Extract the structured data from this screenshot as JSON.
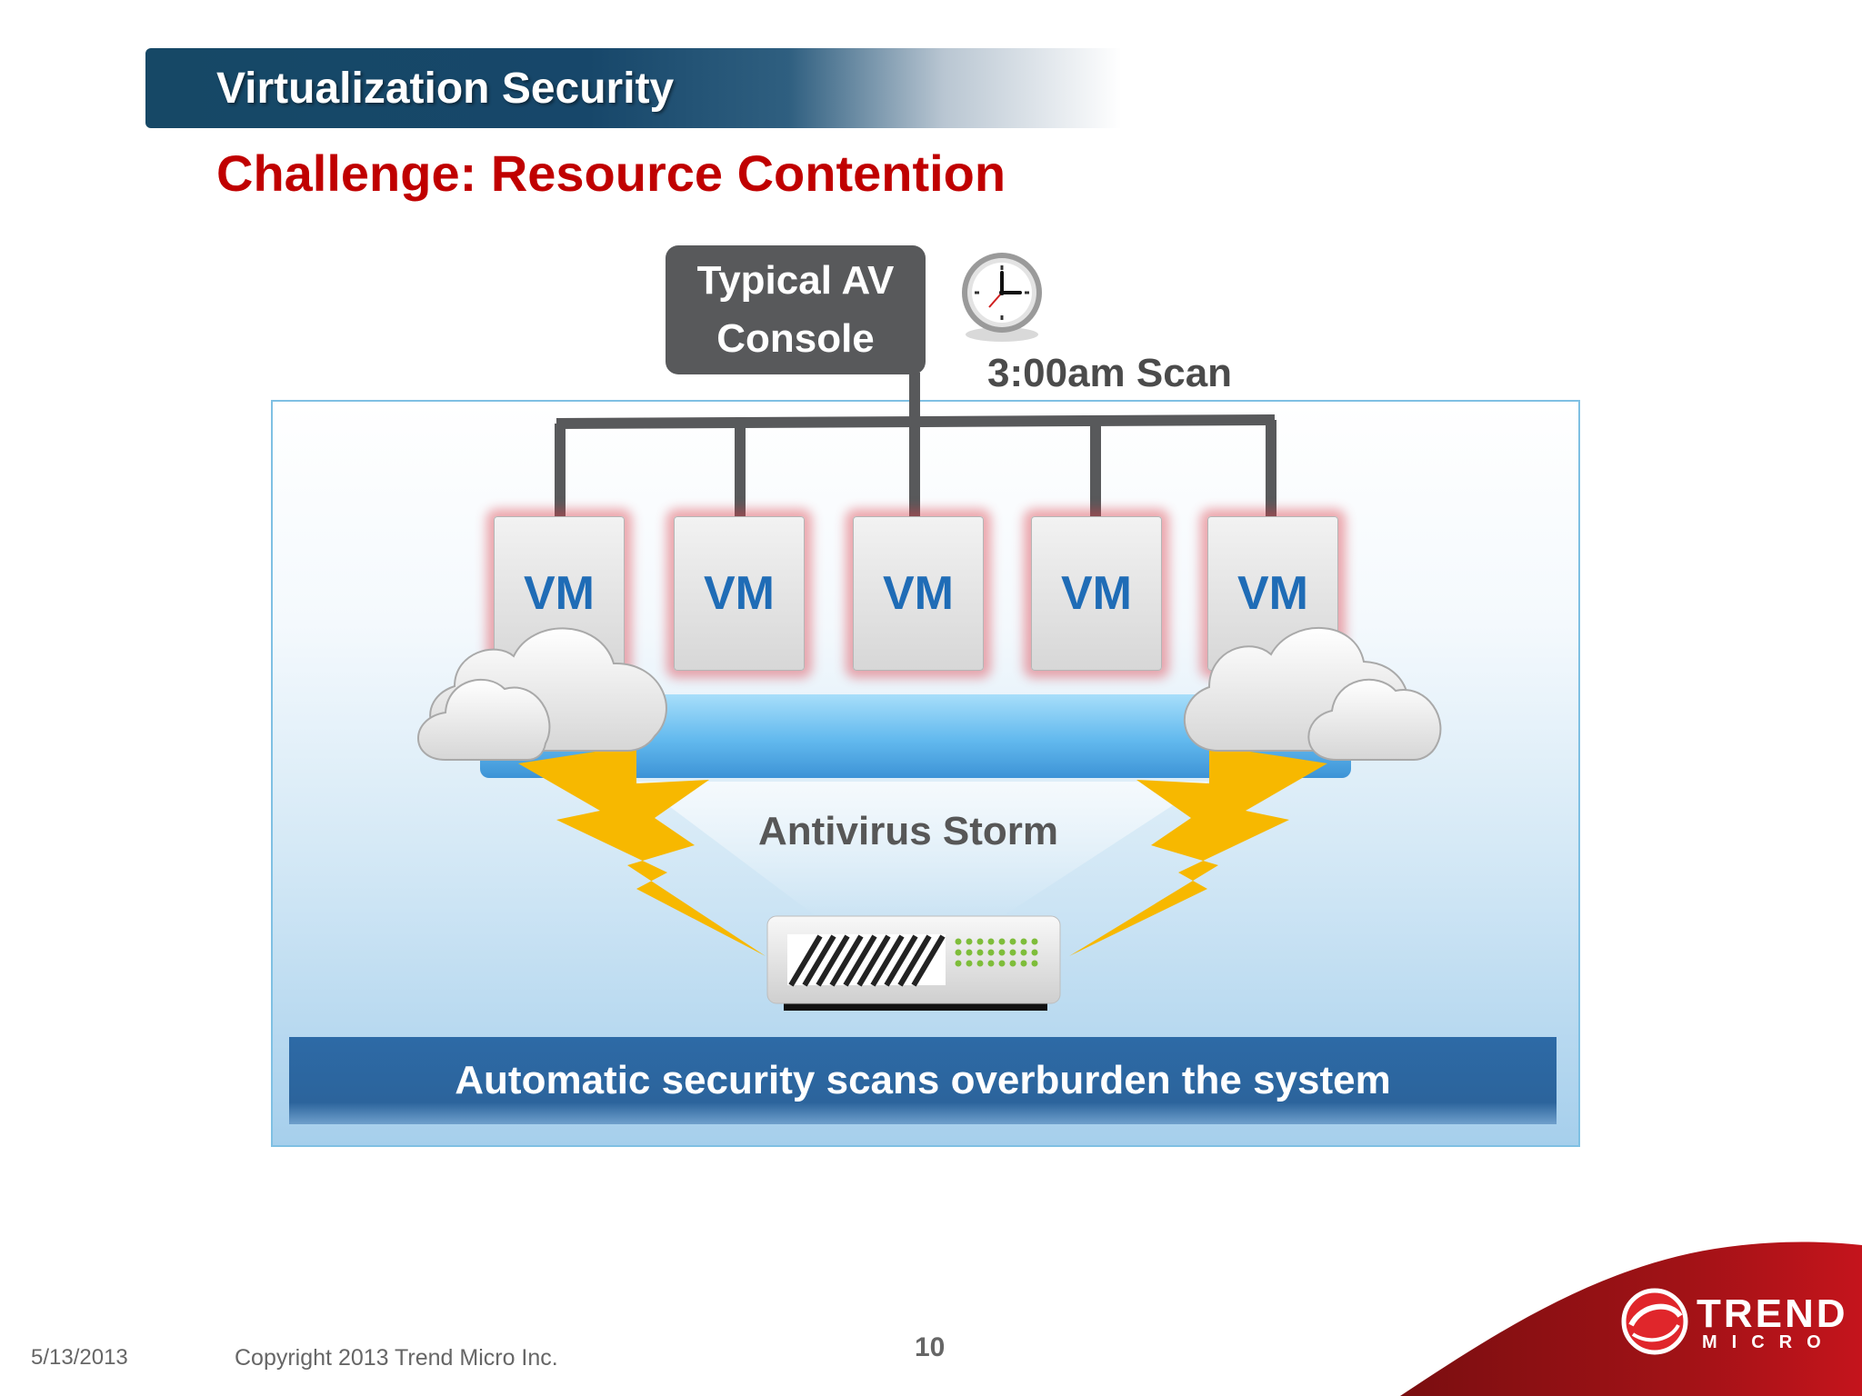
{
  "header": {
    "title": "Virtualization Security",
    "subtitle": "Challenge: Resource Contention"
  },
  "diagram": {
    "console_line1": "Typical AV",
    "console_line2": "Console",
    "scan_label": "3:00am Scan",
    "vms": [
      "VM",
      "VM",
      "VM",
      "VM",
      "VM"
    ],
    "storm_label": "Antivirus Storm",
    "bottom_caption": "Automatic security scans overburden the system"
  },
  "footer": {
    "date": "5/13/2013",
    "copyright": "Copyright 2013 Trend Micro Inc.",
    "page_number": "10"
  },
  "logo": {
    "line1": "TREND",
    "line2": "MICRO"
  },
  "colors": {
    "header_band": "#164866",
    "subtitle_red": "#c00000",
    "vm_text_blue": "#1f6cb6",
    "console_gray": "#58595b",
    "bottom_bar_blue": "#2c649c",
    "lightning": "#f7b800",
    "brand_red": "#c4141c"
  },
  "icons": [
    "clock-icon",
    "cloud-icon",
    "lightning-icon",
    "server-appliance-icon",
    "trend-micro-logo-icon"
  ]
}
